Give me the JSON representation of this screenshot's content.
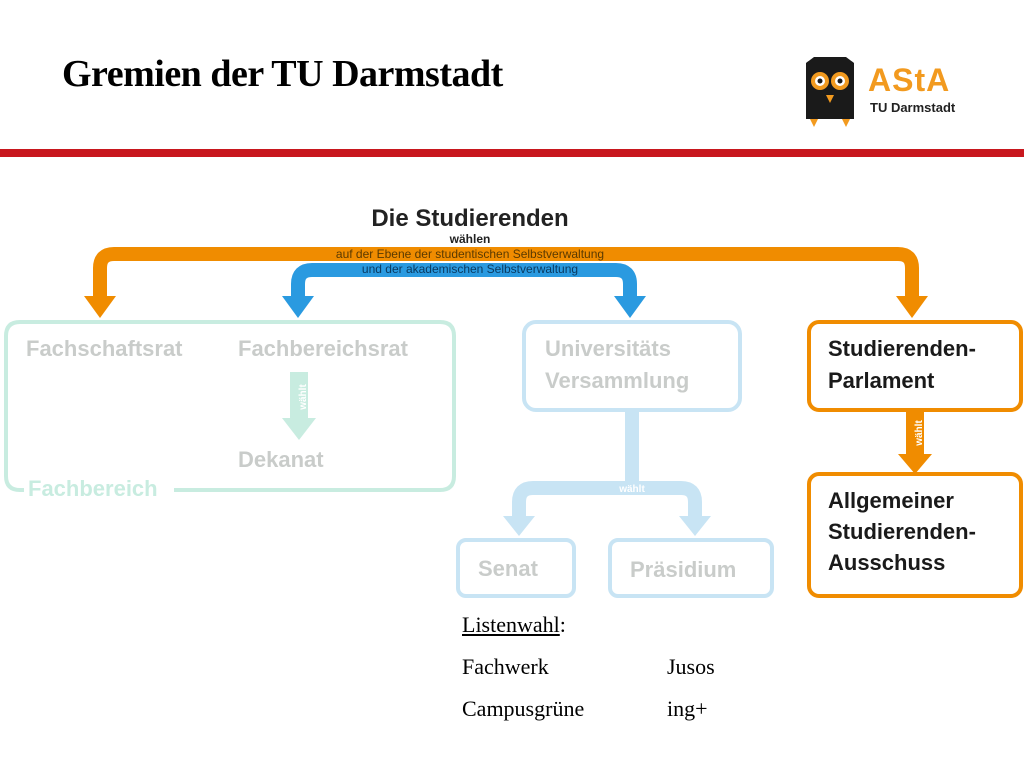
{
  "header": {
    "title": "Gremien der TU Darmstadt",
    "logo_word": "AStA",
    "logo_sub": "TU Darmstadt"
  },
  "diagram": {
    "top_label": "Die Studierenden",
    "waehlen": "wählen",
    "line1": "auf der Ebene der studentischen Selbstverwaltung",
    "line2": "und der akademischen Selbstverwaltung",
    "fachschaftsrat": "Fachschaftsrat",
    "fachbereichsrat": "Fachbereichsrat",
    "waehlt_fb": "wählt",
    "dekanat": "Dekanat",
    "fachbereich": "Fachbereich",
    "uv_line1": "Universitäts",
    "uv_line2": "Versammlung",
    "waehlt_uv": "wählt",
    "senat": "Senat",
    "praesidium": "Präsidium",
    "sp_line1": "Studierenden-",
    "sp_line2": "Parlament",
    "waehlt_sp": "wählt",
    "asta_line1": "Allgemeiner",
    "asta_line2": "Studierenden-",
    "asta_line3": "Ausschuss"
  },
  "lists": {
    "heading": "Listenwahl",
    "colon": ":",
    "items": [
      "Fachwerk",
      "Jusos",
      "Campusgrüne",
      "ing+"
    ]
  },
  "colors": {
    "orange": "#f08c00",
    "blue": "#2a9ae0",
    "red_bar": "#c8171e",
    "mint_faded": "#c8ece0",
    "blue_faded": "#c8e4f4"
  }
}
